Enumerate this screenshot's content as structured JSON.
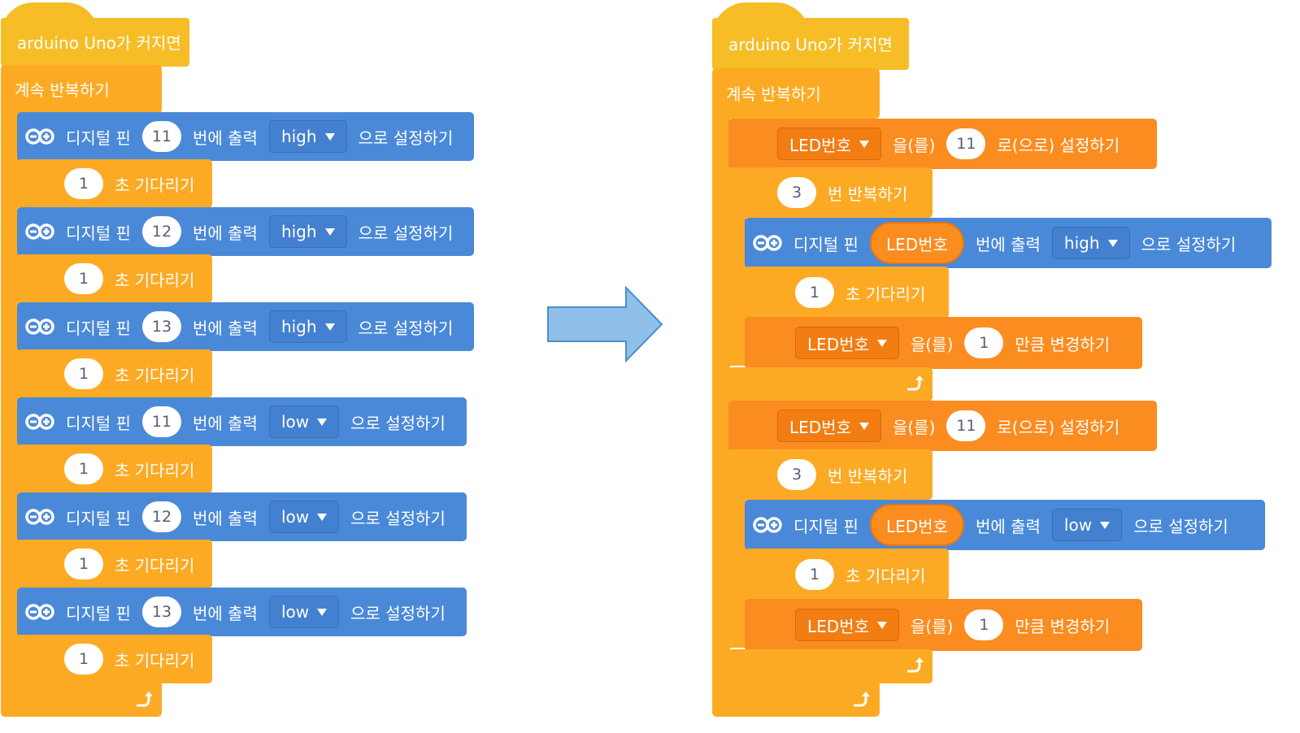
{
  "left": {
    "hat": "arduino Uno가 커지면",
    "forever": "계속 반복하기",
    "actions": [
      {
        "pin": "11",
        "value": "high"
      },
      {
        "pin": "12",
        "value": "high"
      },
      {
        "pin": "13",
        "value": "high"
      },
      {
        "pin": "11",
        "value": "low"
      },
      {
        "pin": "12",
        "value": "low"
      },
      {
        "pin": "13",
        "value": "low"
      }
    ],
    "wait_value": "1"
  },
  "right": {
    "hat": "arduino Uno가 커지면",
    "forever": "계속 반복하기",
    "groups": [
      {
        "set_value": "11",
        "repeat": "3",
        "out_value": "high",
        "wait": "1",
        "change_value": "1"
      },
      {
        "set_value": "11",
        "repeat": "3",
        "out_value": "low",
        "wait": "1",
        "change_value": "1"
      }
    ]
  },
  "labels": {
    "digital_pin": "디지털 핀",
    "to_output": "번에 출력",
    "set_to": "으로 설정하기",
    "wait_sec": "초 기다리기",
    "variable": "LED번호",
    "eul_reul": "을(를)",
    "ro_set": "로(으로) 설정하기",
    "repeat": "번 반복하기",
    "change_by": "만큼 변경하기"
  },
  "icons": {
    "arduino": "arduino-infinity-icon",
    "dropdown": "triangle-down-icon",
    "loop": "loop-arrow-icon",
    "transition": "right-arrow-icon"
  },
  "colors": {
    "hat": "#f6bd26",
    "control": "#fcaa24",
    "arduino": "#4a89d8",
    "variable": "#fb8c1f",
    "arrow": "#8ec0ea"
  }
}
